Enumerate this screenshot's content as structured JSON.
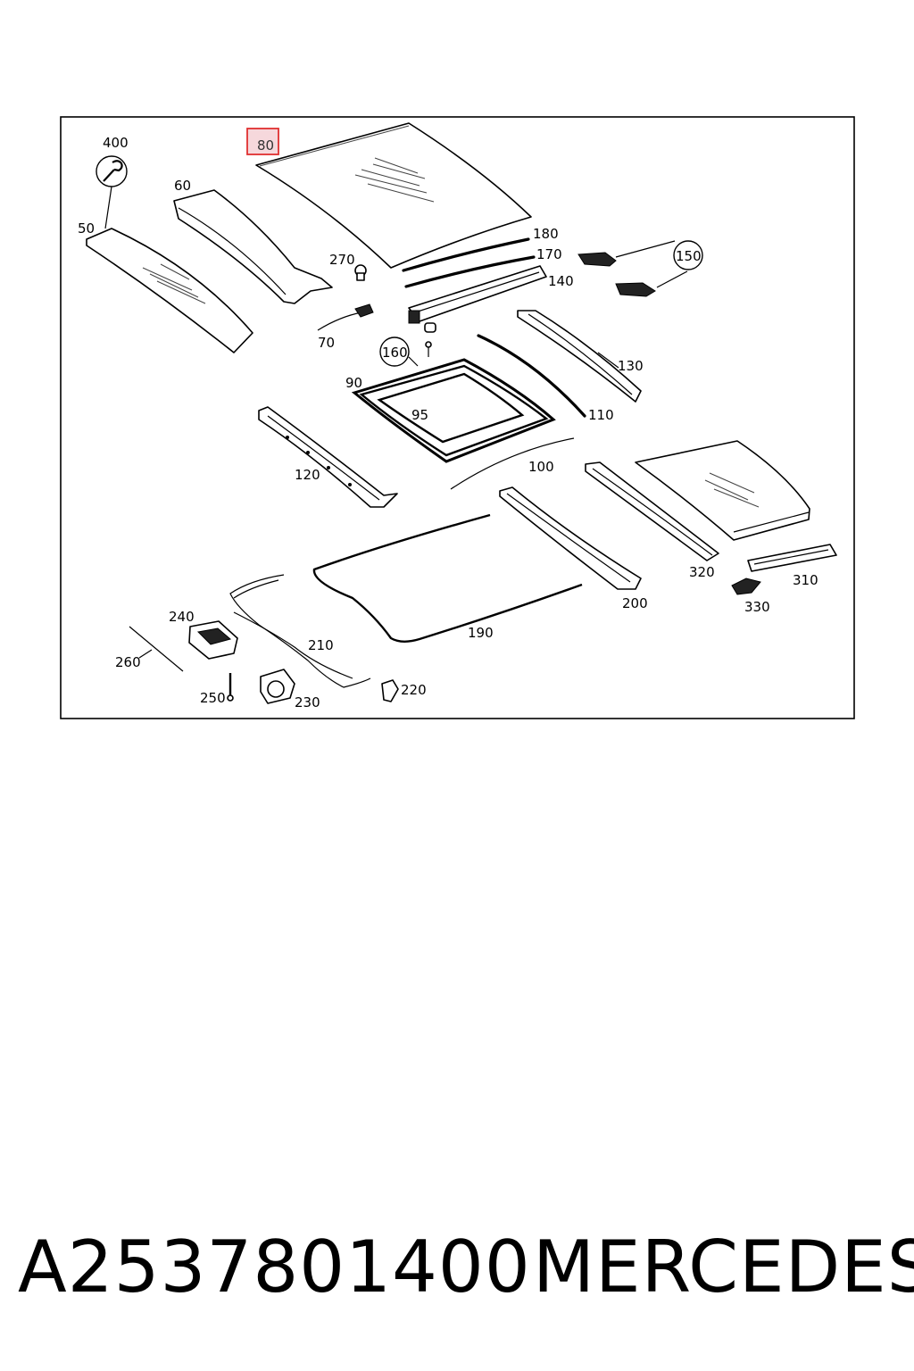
{
  "diagram": {
    "highlighted_label": "80",
    "callouts": {
      "c400": "400",
      "c80": "80",
      "c60": "60",
      "c50": "50",
      "c270": "270",
      "c180": "180",
      "c170": "170",
      "c140": "140",
      "c150": "150",
      "c70": "70",
      "c160": "160",
      "c130": "130",
      "c90": "90",
      "c95": "95",
      "c110": "110",
      "c120": "120",
      "c100": "100",
      "c320": "320",
      "c310": "310",
      "c240": "240",
      "c210": "210",
      "c190": "190",
      "c200": "200",
      "c330": "330",
      "c260": "260",
      "c250": "250",
      "c230": "230",
      "c220": "220"
    },
    "circled_callouts": [
      "150",
      "160"
    ],
    "wrench_icon_callout": "400"
  },
  "footer": {
    "part_number": "A2537801400",
    "brand": "MERCEDES"
  },
  "colors": {
    "highlight_border": "#e03030",
    "highlight_fill": "#f6d8dc"
  }
}
